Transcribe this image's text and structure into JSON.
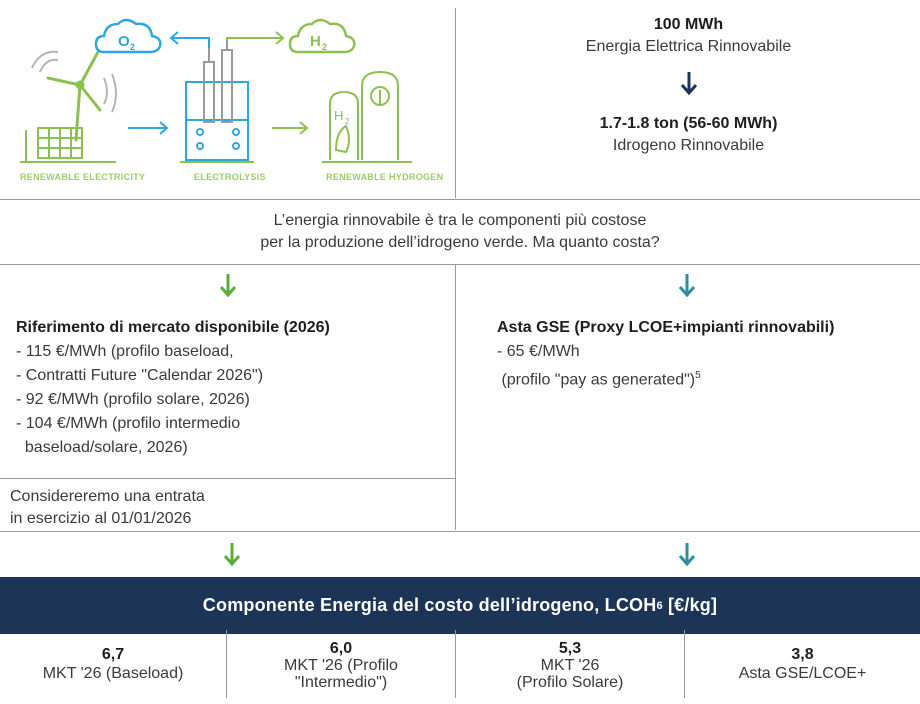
{
  "illustration": {
    "o2_label": "O",
    "o2_sub": "2",
    "h2_label": "H",
    "h2_sub": "2",
    "tank_label": "H",
    "tank_sub": "2",
    "label_renewable_electricity": "RENEWABLE ELECTRICITY",
    "label_electrolysis": "ELECTROLYSIS",
    "label_renewable_hydrogen": "RENEWABLE HYDROGEN"
  },
  "conversion": {
    "input_value": "100 MWh",
    "input_label": "Energia Elettrica Rinnovabile",
    "output_value": "1.7-1.8 ton (56-60 MWh)",
    "output_label": "Idrogeno Rinnovabile"
  },
  "question": {
    "line1": "L’energia rinnovabile è tra le componenti più costose",
    "line2": "per la produzione dell’idrogeno verde. Ma quanto costa?"
  },
  "left_panel": {
    "title": "Riferimento di mercato disponibile (2026)",
    "items": [
      "- 115 €/MWh (profilo baseload,",
      "- Contratti Future \"Calendar 2026\")",
      "- 92 €/MWh (profilo solare, 2026)",
      "- 104 €/MWh (profilo intermedio",
      "  baseload/solare, 2026)"
    ],
    "note_line1": "Considereremo una entrata",
    "note_line2": "in esercizio al 01/01/2026"
  },
  "right_panel": {
    "title": "Asta GSE (Proxy LCOE+impianti rinnovabili)",
    "item_line1": "- 65 €/MWh",
    "item_line2": " (profilo \"pay as generated\")",
    "footnote": "5"
  },
  "banner": {
    "text": "Componente Energia del costo dell’idrogeno, LCOH",
    "sup": "6",
    "unit": " [€/kg]"
  },
  "results": [
    {
      "value": "6,7",
      "line1": "MKT '26 (Baseload)",
      "line2": ""
    },
    {
      "value": "6,0",
      "line1": "MKT '26 (Profilo",
      "line2": "\"Intermedio\")"
    },
    {
      "value": "5,3",
      "line1": "MKT '26",
      "line2": "(Profilo Solare)"
    },
    {
      "value": "3,8",
      "line1": "Asta GSE/LCOE+",
      "line2": ""
    }
  ],
  "colors": {
    "blue_line": "#2ea6de",
    "green_line": "#8cc152",
    "arrow_green": "#5aad3c",
    "arrow_teal": "#2a8fa0",
    "arrow_navy": "#1c3557",
    "banner_bg": "#1c3557"
  }
}
